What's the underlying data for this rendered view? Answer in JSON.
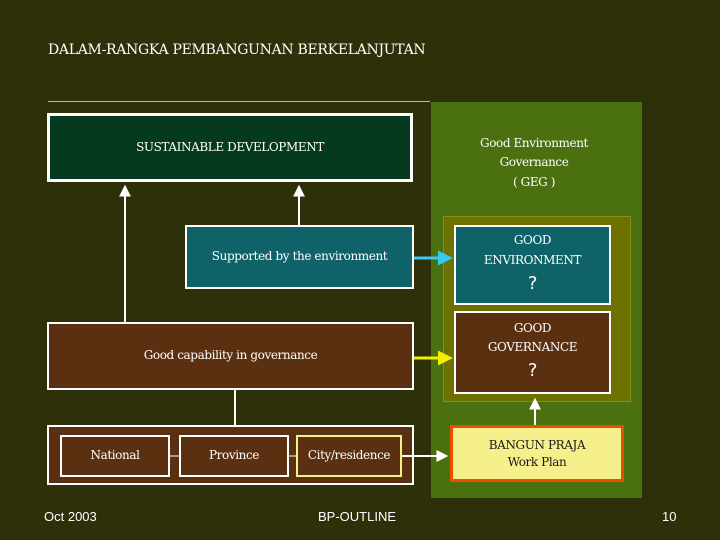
{
  "slide": {
    "title": "DALAM-RANGKA PEMBANGUNAN BERKELANJUTAN",
    "sustainable_development": "SUSTAINABLE DEVELOPMENT",
    "supported_by_environment": "Supported by the environment",
    "good_capability": "Good capability in governance",
    "national": "National",
    "province": "Province",
    "city": "City/residence",
    "geg_line1": "Good Environment",
    "geg_line2": "Governance",
    "geg_line3": "( GEG )",
    "good_environment_1": "GOOD",
    "good_environment_2": "ENVIRONMENT",
    "good_environment_q": "?",
    "good_governance_1": "GOOD",
    "good_governance_2": "GOVERNANCE",
    "good_governance_q": "?",
    "bangun_praja_1": "BANGUN PRAJA",
    "bangun_praja_2": "Work Plan"
  },
  "footer": {
    "date": "Oct 2003",
    "center": "BP-OUTLINE",
    "page": "10"
  },
  "colors": {
    "background": "#2d3008",
    "dark_green": "#063a1e",
    "teal": "#0e6268",
    "brown": "#5a3010",
    "panel_green": "#4a7010",
    "panel_olive": "#6e7000",
    "highlight_yellow": "#f6f08c",
    "highlight_orange": "#e85000",
    "arrow_cyan": "#38c8f0",
    "arrow_yellow": "#f0f000"
  }
}
